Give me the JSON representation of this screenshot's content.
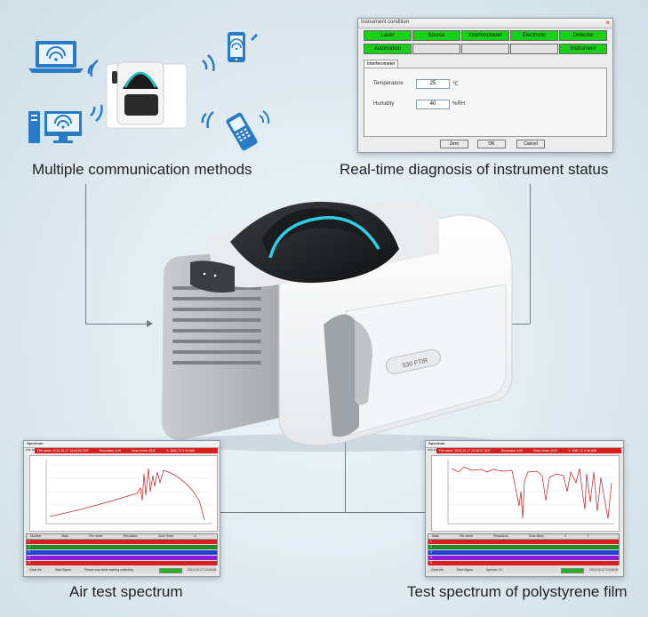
{
  "captions": {
    "communication": "Multiple communication methods",
    "diagnosis": "Real-time diagnosis of instrument status",
    "air": "Air test spectrum",
    "polystyrene": "Test spectrum of polystyrene film"
  },
  "instrument": {
    "model_label": "530 FTIR"
  },
  "diagnosis_window": {
    "title": "Instrument condition",
    "close": "×",
    "status_row1": [
      "Laser",
      "Source",
      "Interferometer",
      "Electronic",
      "Detector"
    ],
    "status_row2_first": "Automation",
    "status_row2_last": "Instrument",
    "tab": "Interferometer",
    "temperature_label": "Temperature",
    "temperature_value": "25",
    "temperature_unit": "℃",
    "humidity_label": "Humidity",
    "humidity_value": "40",
    "humidity_unit": "%RH",
    "buttons": [
      "Zero",
      "OK",
      "Cancel"
    ],
    "colors": {
      "ok": "#17d017",
      "neutral": "#e2e2e2"
    }
  },
  "spectrum_air": {
    "title": "Spectrum",
    "tab": "Info bar",
    "info": [
      "File name: 2019-10-17 13:49:06.SDF",
      "Resolution 4.00",
      "Scan times: 0032",
      "Y: 1842.73 X 99.866"
    ],
    "table_headers": [
      "Number",
      "Mark",
      "File name",
      "Resolution",
      "Scan times",
      "X",
      "Y"
    ],
    "rows": [
      "1",
      "2",
      "3",
      "4",
      "5"
    ],
    "status": [
      "Clear file",
      "Start Signal"
    ],
    "status_msg": "Please wait while starting collecting",
    "timestamp": "2019-10-17 13:49:26"
  },
  "spectrum_ps": {
    "title": "Spectrum",
    "tab": "Info bar",
    "info": [
      "File name: 2019-10-17 13:46:37.SDF",
      "Resolution 4.00",
      "Scan times: 0032",
      "Y: 3481.72 X 99.868"
    ],
    "table_headers": [
      "Mark",
      "File name",
      "Resolution",
      "Scan times",
      "X",
      "Y"
    ],
    "rows": [
      "1",
      "2",
      "3",
      "4",
      "5"
    ],
    "status": [
      "Clear file",
      "Start Signal"
    ],
    "status_msg": "Spectra: 10",
    "timestamp": "2019-10-17 13:49:25"
  },
  "row_colors": [
    "#d81f1f",
    "#1f8a1f",
    "#1f3fd8",
    "#8a1fd8",
    "#d81f1f"
  ],
  "accent": "#d81f1f"
}
